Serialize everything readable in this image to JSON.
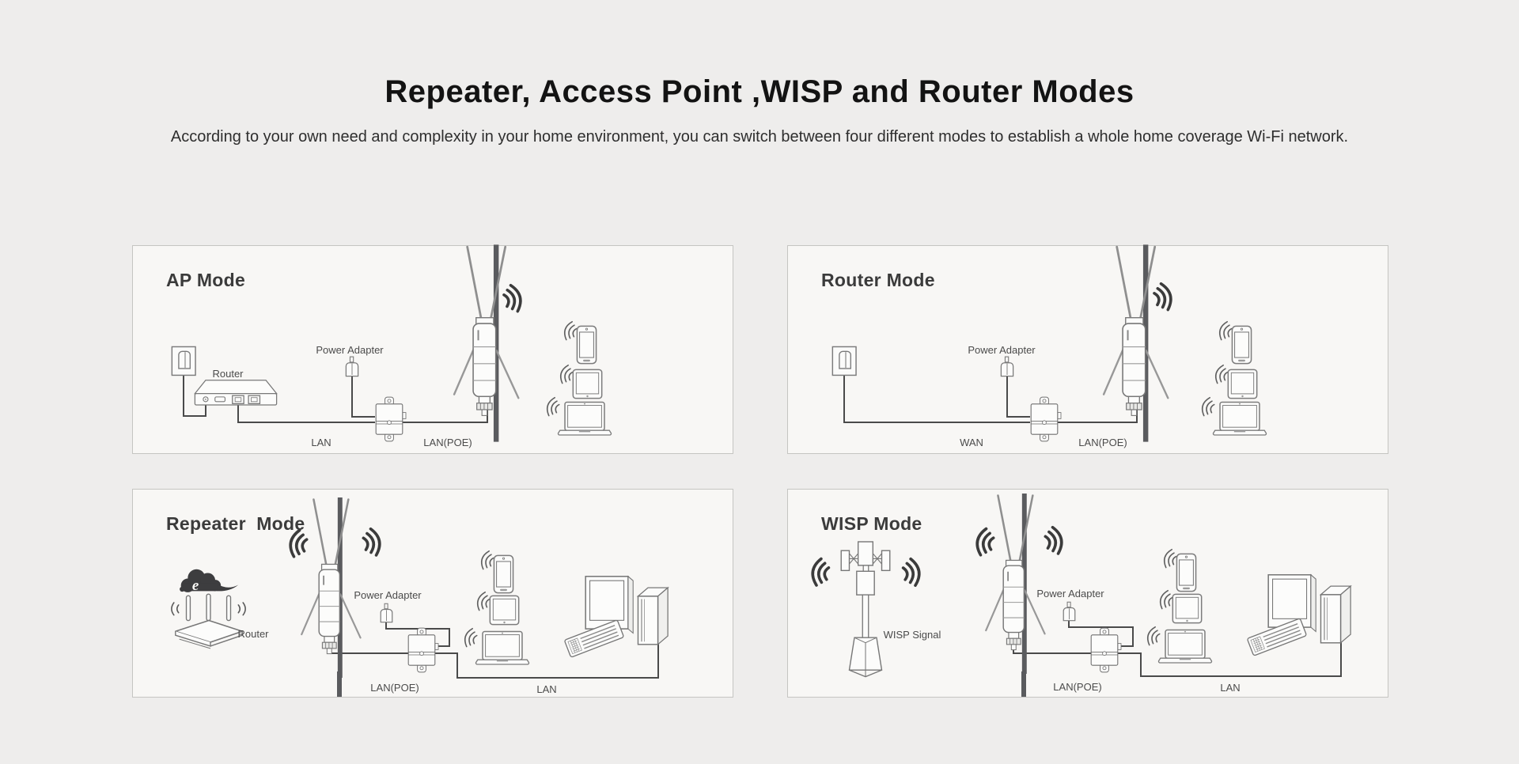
{
  "header": {
    "title": "Repeater, Access Point ,WISP and Router Modes",
    "subtitle": "According to your own need and complexity in your home environment, you can switch between four different modes to establish a whole home coverage Wi-Fi network."
  },
  "panels": {
    "ap": {
      "title": "AP Mode",
      "labels": {
        "router": "Router",
        "power_adapter": "Power Adapter",
        "lan": "LAN",
        "lan_poe": "LAN(POE)"
      }
    },
    "router": {
      "title": "Router Mode",
      "labels": {
        "power_adapter": "Power Adapter",
        "wan": "WAN",
        "lan_poe": "LAN(POE)"
      }
    },
    "repeater": {
      "title": "Repeater  Mode",
      "labels": {
        "router": "Router",
        "power_adapter": "Power Adapter",
        "lan_poe": "LAN(POE)",
        "lan": "LAN"
      }
    },
    "wisp": {
      "title": "WISP Mode",
      "labels": {
        "wisp_signal": "WISP Signal",
        "power_adapter": "Power Adapter",
        "lan_poe": "LAN(POE)",
        "lan": "LAN"
      }
    }
  },
  "cloud_letter": "e",
  "icons": {
    "wall-outlet-icon": "square wall socket with inserted plug",
    "power-adapter-icon": "small power plug with prong",
    "poe-injector-icon": "wall-mount PoE injector box with screw tabs",
    "outdoor-ap-icon": "pole-mounted outdoor access point with four antennas",
    "wifi-signal-icon": "three radio wave arcs",
    "smartphone-icon": "smartphone outline",
    "tablet-icon": "tablet outline",
    "laptop-icon": "laptop outline",
    "desktop-computer-icon": "monitor, tower and keyboard",
    "router-icon": "desktop router with ethernet ports",
    "wireless-router-icon": "router with three antennas",
    "internet-cloud-icon": "dark cloud with letter e",
    "wisp-tower-icon": "wireless ISP antenna tower"
  },
  "colors": {
    "page_bg": "#eeedec",
    "panel_bg": "#f8f7f5",
    "panel_border": "#c5c5c2",
    "line_art": "#777777",
    "wire": "#4a4a4a",
    "pole": "#5a5b5e",
    "wave_dark": "#3b3b3b",
    "cloud": "#3d3d3f",
    "title_text": "#131313",
    "panel_title_text": "#3b3b3b"
  }
}
